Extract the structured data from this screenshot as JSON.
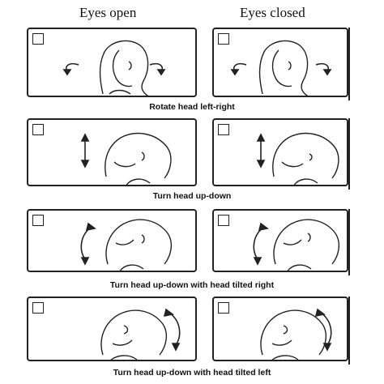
{
  "columns": {
    "open": "Eyes open",
    "closed": "Eyes closed"
  },
  "rows": [
    {
      "caption": "Rotate head left-right",
      "arrow": "horizontal-rotation"
    },
    {
      "caption": "Turn head up-down",
      "arrow": "vertical"
    },
    {
      "caption": "Turn head up-down with head tilted right",
      "arrow": "curved-left"
    },
    {
      "caption": "Turn head up-down with head tilted left",
      "arrow": "curved-right"
    }
  ],
  "icons": [
    "checkbox",
    "head-sketch-icon",
    "rotation-arrow-icon",
    "vertical-arrow-icon",
    "curved-arrow-icon"
  ],
  "colors": {
    "ink": "#222222",
    "background": "#ffffff"
  }
}
